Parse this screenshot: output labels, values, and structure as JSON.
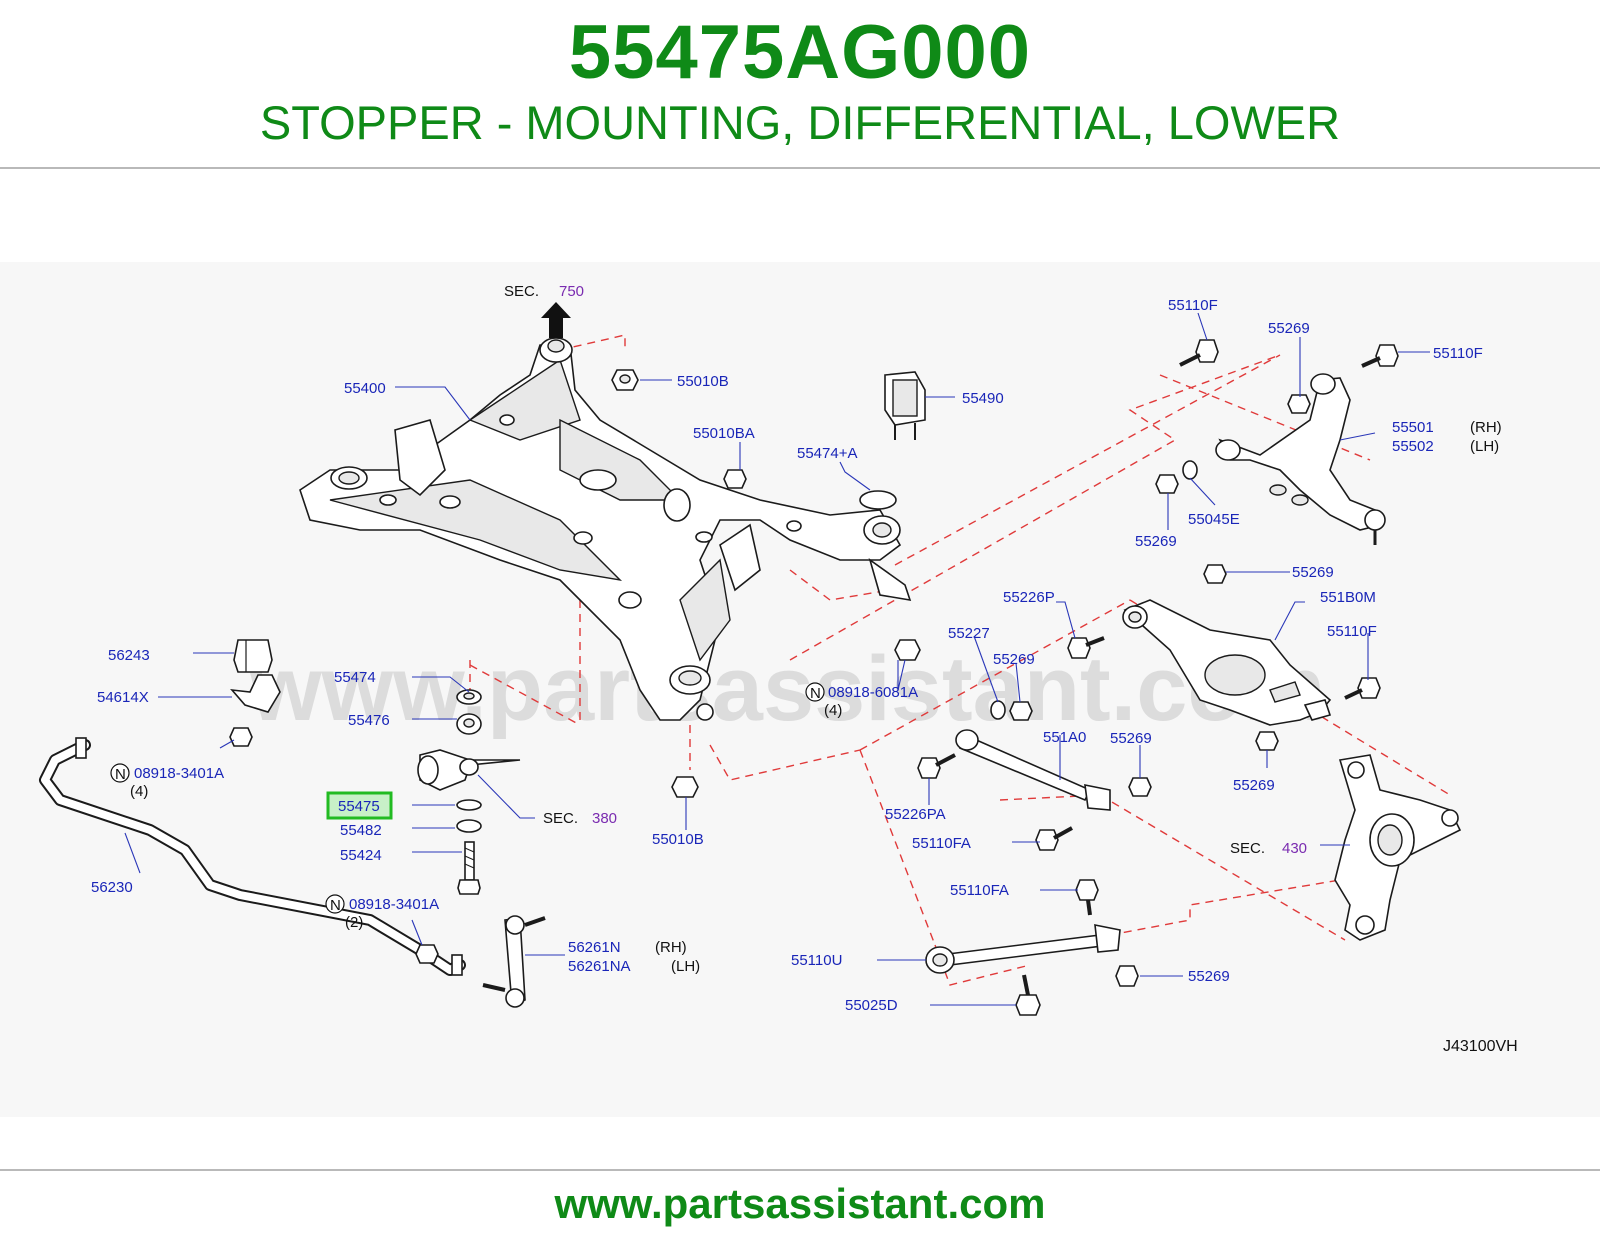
{
  "header": {
    "part_number": "55475AG000",
    "description": "STOPPER - MOUNTING, DIFFERENTIAL, LOWER"
  },
  "footer": {
    "website": "www.partsassistant.com"
  },
  "watermark": "www.partsassistant.com",
  "diagram_code": "J43100VH",
  "colors": {
    "title_green": "#0f8a17",
    "label_blue": "#1a26b8",
    "section_purple": "#7a2bb0",
    "highlight_border": "#22bb22",
    "highlight_fill": "#c8f0c8",
    "guide_red": "#e03a3a"
  },
  "section_refs": {
    "sec_750": {
      "prefix": "SEC.",
      "number": "750"
    },
    "sec_380": {
      "prefix": "SEC.",
      "number": "380"
    },
    "sec_430": {
      "prefix": "SEC.",
      "number": "430"
    }
  },
  "labels": {
    "p55400": "55400",
    "p55010B_top": "55010B",
    "p55010BA": "55010BA",
    "p55474A": "55474+A",
    "p55490": "55490",
    "p55110F_top": "55110F",
    "p55269_top": "55269",
    "p55110F_right": "55110F",
    "p55501": "55501",
    "p55502": "55502",
    "p55269_mid": "55269",
    "p55045E": "55045E",
    "p55269_arm": "55269",
    "p551B0M": "551B0M",
    "p55226P": "55226P",
    "p55110F_lower": "55110F",
    "p55227": "55227",
    "p55269_b": "55269",
    "p08918_6081A": "08918-6081A",
    "qty_4_center": "(4)",
    "p551A0": "551A0",
    "p55269_c": "55269",
    "p55269_d": "55269",
    "p55226PA": "55226PA",
    "p55110FA_1": "55110FA",
    "p55110FA_2": "55110FA",
    "p55110U": "55110U",
    "p55269_e": "55269",
    "p55025D": "55025D",
    "p55010B_bottom": "55010B",
    "p56243": "56243",
    "p54614X": "54614X",
    "p55474": "55474",
    "p55476": "55476",
    "p08918_3401A_a": "08918-3401A",
    "qty_4_left": "(4)",
    "p55475": "55475",
    "p55482": "55482",
    "p55424": "55424",
    "p56230": "56230",
    "p08918_3401A_b": "08918-3401A",
    "qty_2": "(2)",
    "p56261N": "56261N",
    "p56261NA": "56261NA",
    "rh_1": "(RH)",
    "lh_1": "(LH)",
    "rh_2": "(RH)",
    "lh_2": "(LH)",
    "n_mark": "N"
  }
}
